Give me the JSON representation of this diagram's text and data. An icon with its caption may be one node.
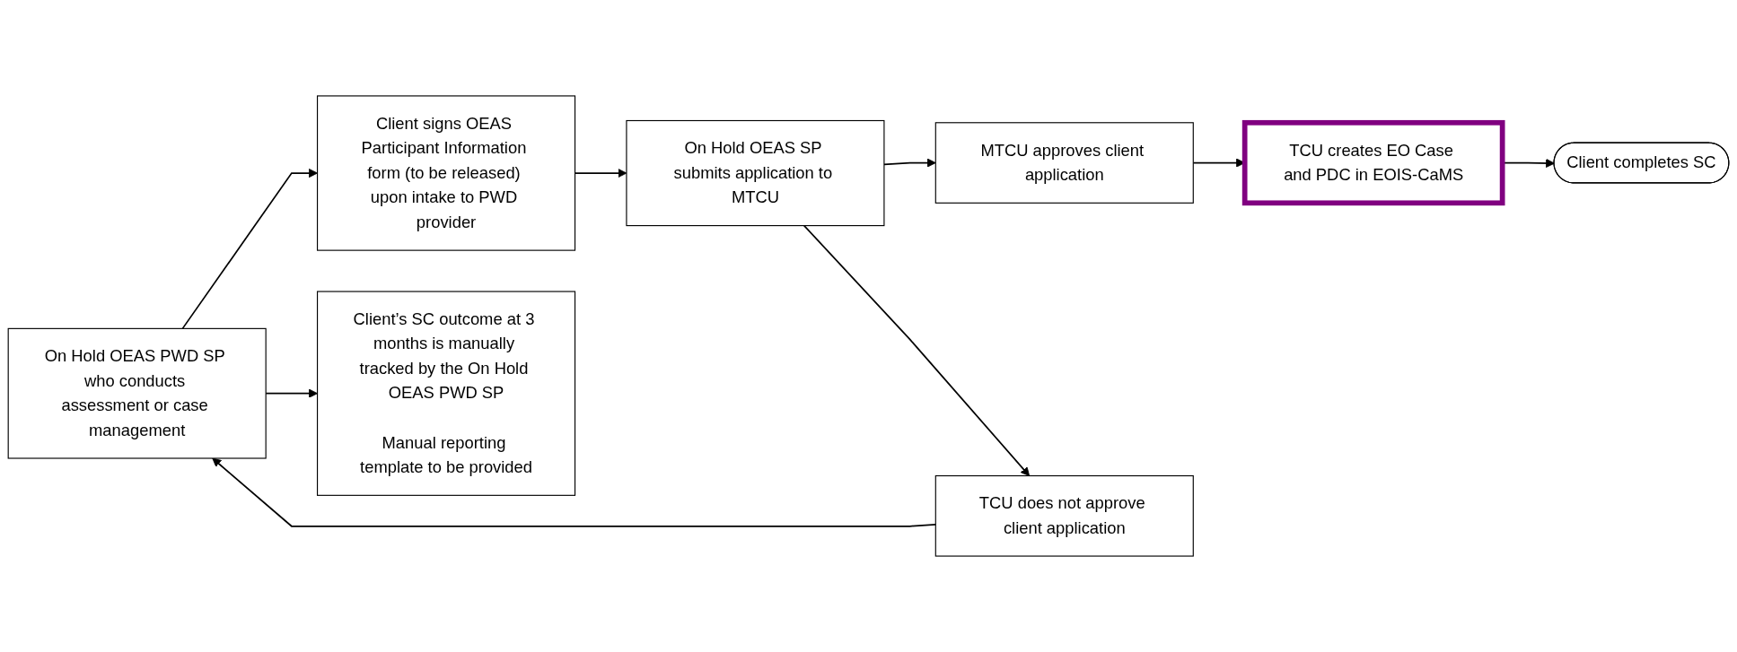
{
  "diagram": {
    "nodes": [
      {
        "text": [
          "On Hold OEAS PWD SP who conducts assessment or case management"
        ]
      },
      {
        "text": [
          "Client signs OEAS Participant Information form (to be released) upon intake to PWD provider"
        ]
      },
      {
        "text": [
          "On Hold OEAS SP submits application to MTCU"
        ]
      },
      {
        "text": [
          "MTCU approves client application"
        ]
      },
      {
        "text": [
          "TCU creates EO Case and PDC in EOIS-CaMS"
        ]
      },
      {
        "text": [
          "TCU does not approve client application"
        ]
      },
      {
        "text": [
          "Client completes SC"
        ]
      },
      {
        "text": [
          "Client’s SC outcome at 3 months is manually tracked by the On Hold OEAS PWD SP",
          "Manual reporting template to be provided"
        ]
      }
    ],
    "edges": [
      {
        "from": 0,
        "to": 1,
        "arrow": "to"
      },
      {
        "from": 1,
        "to": 2,
        "arrow": "to"
      },
      {
        "from": 2,
        "to": 3,
        "arrow": "to"
      },
      {
        "from": 3,
        "to": 4,
        "arrow": "to"
      },
      {
        "from": 2,
        "to": 5,
        "arrow": "to"
      },
      {
        "from": 5,
        "to": 0,
        "arrow": "to"
      },
      {
        "from": 4,
        "to": 6,
        "arrow": "to"
      },
      {
        "from": 0,
        "to": 7,
        "arrow": "to"
      }
    ]
  }
}
